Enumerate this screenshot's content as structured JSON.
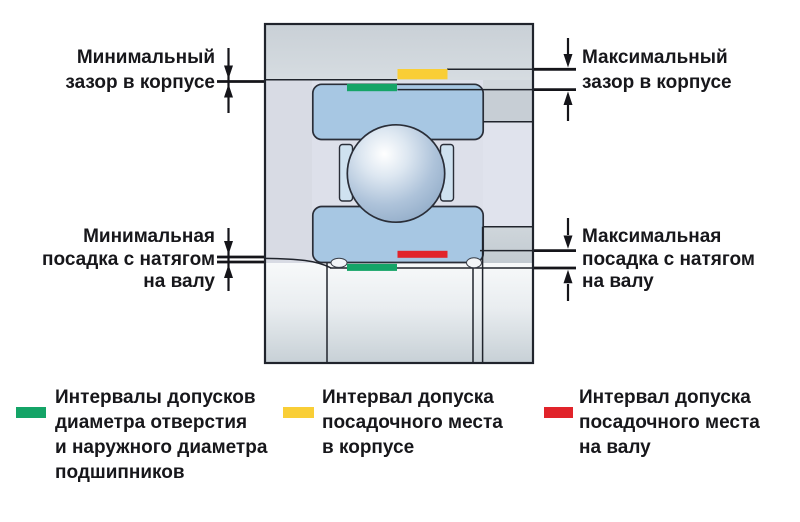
{
  "title": "Bearing fit tolerance diagram",
  "colors": {
    "background": "#ffffff",
    "text": "#17171b",
    "line_black": "#20242c",
    "leader_black": "#15151a",
    "ring_blue": "#a7c7e3",
    "cage_blue": "#cfe2f0",
    "ball_edge_blue": "#8ea9c6",
    "housing_gray": "#ccd3d9",
    "tolerance_green": "#14a467",
    "tolerance_yellow": "#f9ce36",
    "tolerance_red": "#e1232a"
  },
  "labels": {
    "min_housing_clearance": {
      "lines": [
        "Минимальный",
        "зазор в корпусе"
      ]
    },
    "max_housing_clearance": {
      "lines": [
        "Максимальный",
        "зазор в корпусе"
      ]
    },
    "min_shaft_interference": {
      "lines": [
        "Минимальная",
        "посадка с натягом",
        "на валу"
      ]
    },
    "max_shaft_interference": {
      "lines": [
        "Максимальная",
        "посадка с натягом",
        "на валу"
      ]
    }
  },
  "legend": [
    {
      "swatch_color": "#14a467",
      "lines": [
        "Интервалы допусков",
        "диаметра отверстия",
        "и наружного диаметра",
        "подшипников"
      ]
    },
    {
      "swatch_color": "#f9ce36",
      "lines": [
        "Интервал допуска",
        "посадочного места",
        "в корпусе"
      ]
    },
    {
      "swatch_color": "#e1232a",
      "lines": [
        "Интервал допуска",
        "посадочного места",
        "на валу"
      ]
    }
  ]
}
